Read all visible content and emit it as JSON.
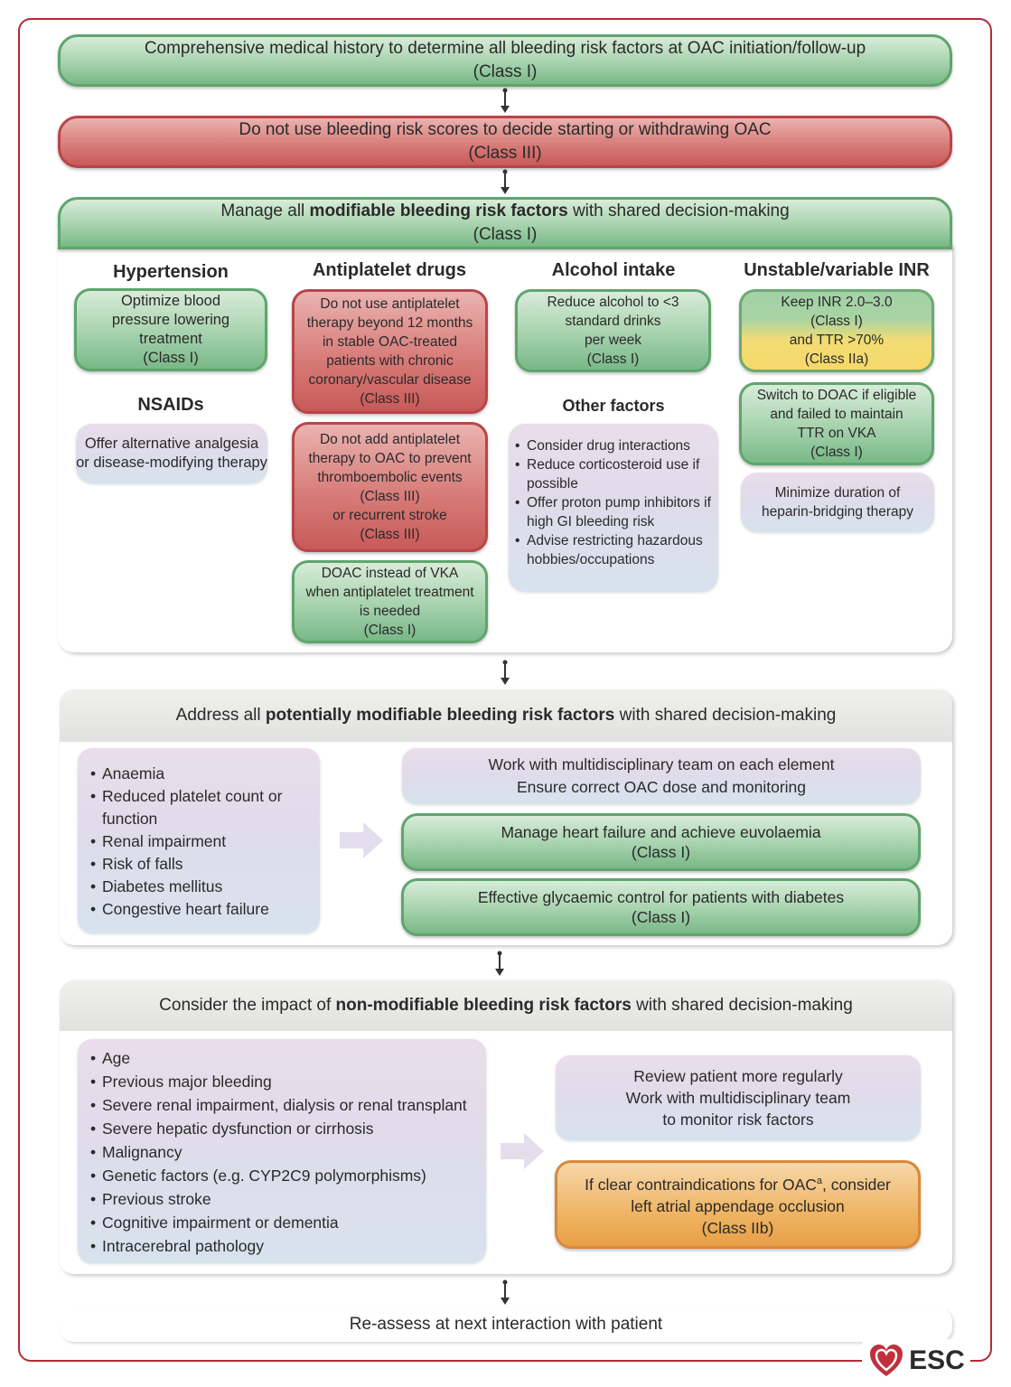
{
  "step1": {
    "text": "Comprehensive medical history to determine all bleeding risk factors at OAC initiation/follow-up",
    "class": "(Class I)"
  },
  "step2": {
    "text": "Do not use bleeding risk scores to decide starting or withdrawing OAC",
    "class": "(Class III)"
  },
  "step3": {
    "pre": "Manage all ",
    "bold": "modifiable bleeding risk factors",
    "post": " with shared decision-making",
    "class": "(Class I)",
    "hypertension": {
      "title": "Hypertension",
      "box": [
        "Optimize blood",
        "pressure lowering",
        "treatment",
        "(Class I)"
      ]
    },
    "nsaids": {
      "title": "NSAIDs",
      "box": [
        "Offer alternative analgesia",
        "or disease-modifying therapy"
      ]
    },
    "antiplatelet": {
      "title": "Antiplatelet drugs",
      "box1": [
        "Do not use antiplatelet",
        "therapy beyond 12 months",
        "in stable OAC-treated",
        "patients with chronic",
        "coronary/vascular disease",
        "(Class III)"
      ],
      "box2": [
        "Do not add antiplatelet",
        "therapy to OAC to prevent",
        "thromboembolic events",
        "(Class III)",
        "or recurrent stroke",
        "(Class III)"
      ],
      "box3": [
        "DOAC instead of VKA",
        "when antiplatelet treatment",
        "is needed",
        "(Class I)"
      ]
    },
    "alcohol": {
      "title": "Alcohol intake",
      "box": [
        "Reduce alcohol to <3",
        "standard drinks",
        "per week",
        "(Class I)"
      ]
    },
    "other": {
      "title": "Other factors",
      "items": [
        "Consider drug interactions",
        "Reduce corticosteroid use if possible",
        "Offer proton pump inhibitors if high GI bleeding risk",
        "Advise restricting hazardous hobbies/occupations"
      ]
    },
    "inr": {
      "title": "Unstable/variable INR",
      "box1": [
        "Keep INR 2.0–3.0",
        "(Class I)",
        "and TTR >70%",
        "(Class IIa)"
      ],
      "box2": [
        "Switch to DOAC if eligible",
        "and failed to maintain",
        "TTR on VKA",
        "(Class I)"
      ],
      "box3": [
        "Minimize duration of",
        "heparin-bridging therapy"
      ]
    }
  },
  "step4": {
    "pre": "Address all ",
    "bold": "potentially modifiable bleeding risk factors",
    "post": " with shared decision-making",
    "items": [
      "Anaemia",
      "Reduced platelet count or function",
      "Renal impairment",
      "Risk of falls",
      "Diabetes mellitus",
      "Congestive heart failure"
    ],
    "box1": [
      "Work with multidisciplinary team on each element",
      "Ensure correct OAC dose and monitoring"
    ],
    "box2": [
      "Manage heart failure and achieve euvolaemia",
      "(Class I)"
    ],
    "box3": [
      "Effective glycaemic control for patients with diabetes",
      "(Class I)"
    ]
  },
  "step5": {
    "pre": "Consider the impact of ",
    "bold": "non-modifiable bleeding risk factors",
    "post": " with shared decision-making",
    "items": [
      "Age",
      "Previous major bleeding",
      "Severe renal impairment, dialysis or renal transplant",
      "Severe hepatic dysfunction or cirrhosis",
      "Malignancy",
      "Genetic factors (e.g. CYP2C9 polymorphisms)",
      "Previous stroke",
      "Cognitive impairment or dementia",
      "Intracerebral pathology"
    ],
    "box1": [
      "Review patient more regularly",
      "Work with multidisciplinary team",
      "to monitor risk factors"
    ],
    "box2": {
      "line1": "If clear contraindications for OAC",
      "sup": "a",
      "line1b": ", consider",
      "line2": "left atrial appendage occlusion",
      "line3": "(Class IIb)"
    }
  },
  "step6": {
    "text": "Re-assess at next interaction with patient"
  },
  "logo": {
    "text": "ESC"
  },
  "colors": {
    "frame": "#b52a35",
    "green": "#5fa56c",
    "red": "#c85a58",
    "orange": "#e89f45",
    "yellow": "#f7d86a",
    "lavender": "#e3dcec",
    "grey_header": "#e4e4e2"
  }
}
